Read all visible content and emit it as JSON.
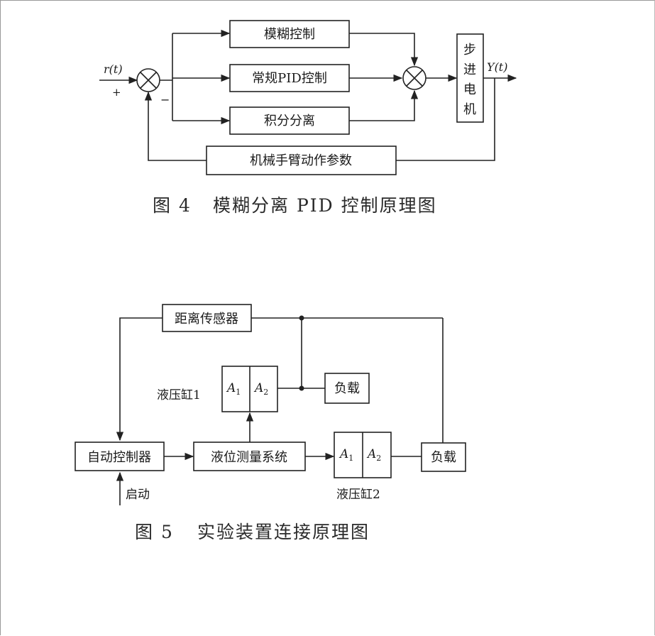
{
  "figure4": {
    "blocks": {
      "fuzzy": "模糊控制",
      "pid": "常规PID控制",
      "integral": "积分分离",
      "arm": "机械手臂动作参数",
      "stepper": [
        "步",
        "进",
        "电",
        "机"
      ]
    },
    "signals": {
      "input": "r(t)",
      "output": "Y(t)",
      "plus": "+",
      "minus": "−"
    },
    "caption_number": "图 4",
    "caption_title": "模糊分离 PID 控制原理图"
  },
  "figure5": {
    "blocks": {
      "sensor": "距离传感器",
      "controller": "自动控制器",
      "level": "液位测量系统",
      "load1": "负载",
      "load2": "负载",
      "start": "启动",
      "cyl1_label": "液压缸1",
      "cyl2_label": "液压缸2"
    },
    "chambers": {
      "a1": "A",
      "a1_sub": "1",
      "a2": "A",
      "a2_sub": "2"
    },
    "caption_number": "图 5",
    "caption_title": "实验装置连接原理图"
  }
}
